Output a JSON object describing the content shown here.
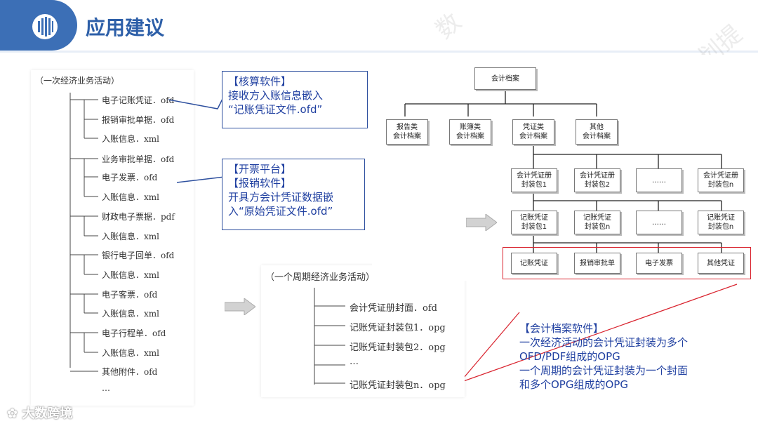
{
  "header": {
    "title": "应用建议"
  },
  "left_tree": {
    "root": "（一次经济业务活动）",
    "items": [
      "电子记账凭证．ofd",
      "报销审批单据．ofd",
      "入账信息．xml",
      "业务审批单据．ofd",
      "电子发票．ofd",
      "入账信息．xml",
      "财政电子票据．pdf",
      "入账信息．xml",
      "银行电子回单．ofd",
      "入账信息．xml",
      "电子客票．ofd",
      "入账信息．xml",
      "电子行程单．ofd",
      "入账信息．xml",
      "其他附件．ofd",
      "…"
    ]
  },
  "callout1": {
    "lines": [
      "【核算软件】",
      "接收方入账信息嵌入",
      "“记账凭证文件.ofd”"
    ]
  },
  "callout2": {
    "lines": [
      "【开票平台】",
      "【报销软件】",
      "开具方会计凭证数据嵌",
      "入“原始凭证文件.ofd”"
    ]
  },
  "period_tree": {
    "root": "（一个周期经济业务活动）",
    "items": [
      "会计凭证册封面．ofd",
      "记账凭证封装包1．opg",
      "记账凭证封装包2．opg",
      "…",
      "记账凭证封装包n．opg"
    ]
  },
  "archive_diagram": {
    "root": "会计档案",
    "level1": [
      "报告类\n会计档案",
      "账簿类\n会计档案",
      "凭证类\n会计档案",
      "其他\n会计档案"
    ],
    "level2": [
      "会计凭证册\n封装包1",
      "会计凭证册\n封装包2",
      "……",
      "会计凭证册\n封装包n"
    ],
    "level3": [
      "记账凭证\n封装包1",
      "记账凭证\n封装包n",
      "……",
      "记账凭证\n封装包n"
    ],
    "level4": [
      "记账凭证",
      "报销审批单",
      "电子发票",
      "其他凭证"
    ]
  },
  "callout3": {
    "lines": [
      "【会计档案软件】",
      "一次经济活动的会计凭证封装为多个",
      "OFD/PDF组成的OPG",
      "一个周期的会计凭证封装为一个封面",
      "和多个OPG组成的OPG"
    ]
  },
  "footer": {
    "logo": "大数跨境"
  },
  "colors": {
    "accent": "#3c6fb6",
    "callout_text": "#1f3fa0",
    "highlight_red": "#d9232e"
  }
}
